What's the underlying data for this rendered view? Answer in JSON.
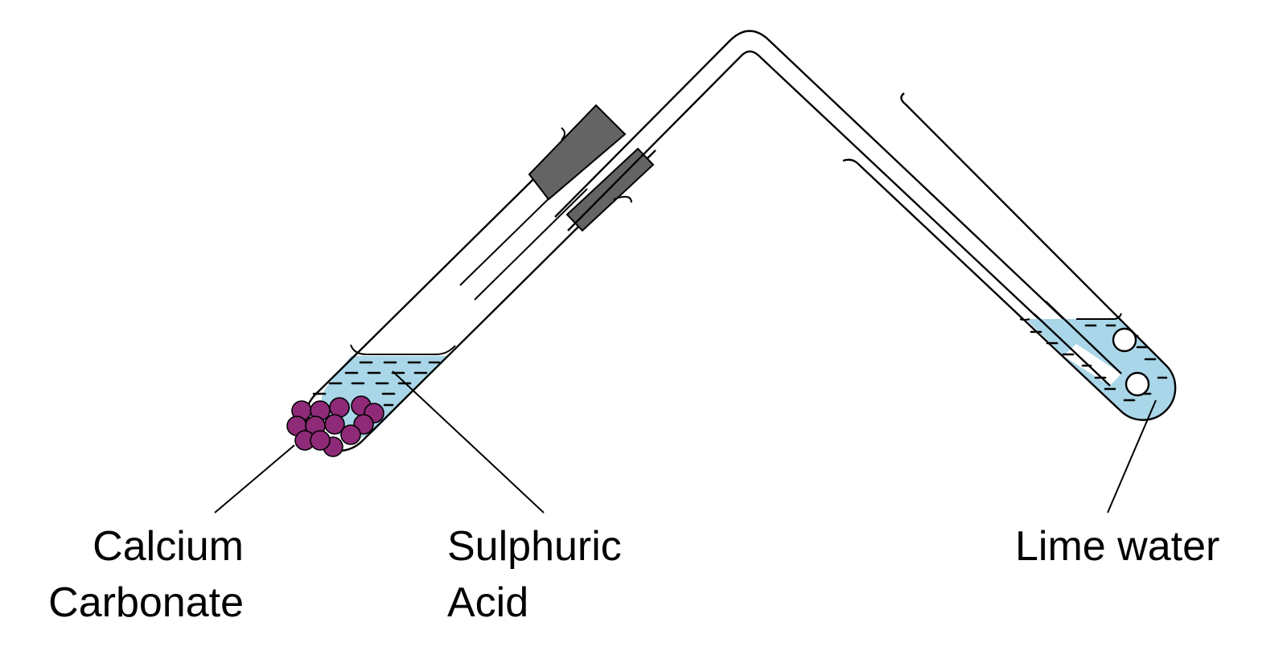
{
  "labels": {
    "calcium_carbonate": {
      "line1": "Calcium",
      "line2": "Carbonate"
    },
    "sulphuric_acid": {
      "line1": "Sulphuric",
      "line2": "Acid"
    },
    "lime_water": "Lime water"
  },
  "colors": {
    "liquid": "#a9d6e8",
    "stopper": "#646464",
    "carbonate": "#8e2a78",
    "outline": "#000000"
  }
}
